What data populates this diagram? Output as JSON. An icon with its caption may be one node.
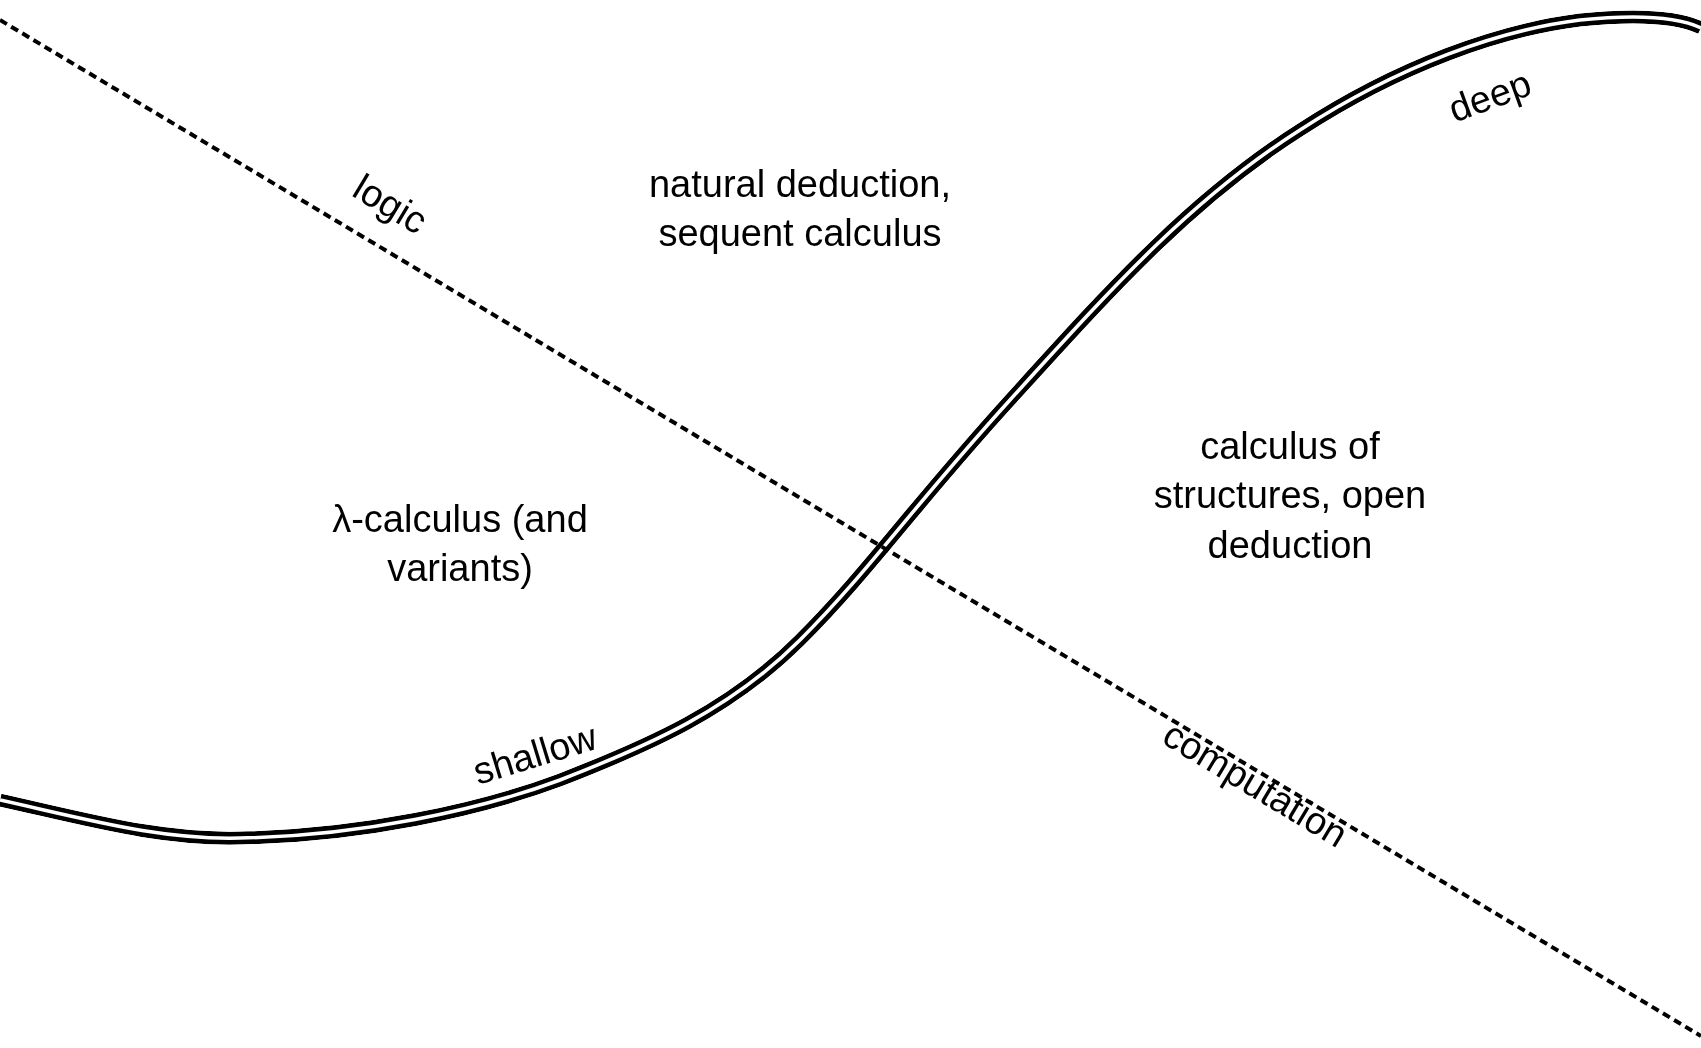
{
  "diagram": {
    "labels": [
      "deep",
      "logic",
      "natural deduction, sequent calculus",
      "calculus of structures, open deduction",
      "λ-calculus (and variants)",
      "shallow",
      "computation"
    ]
  }
}
